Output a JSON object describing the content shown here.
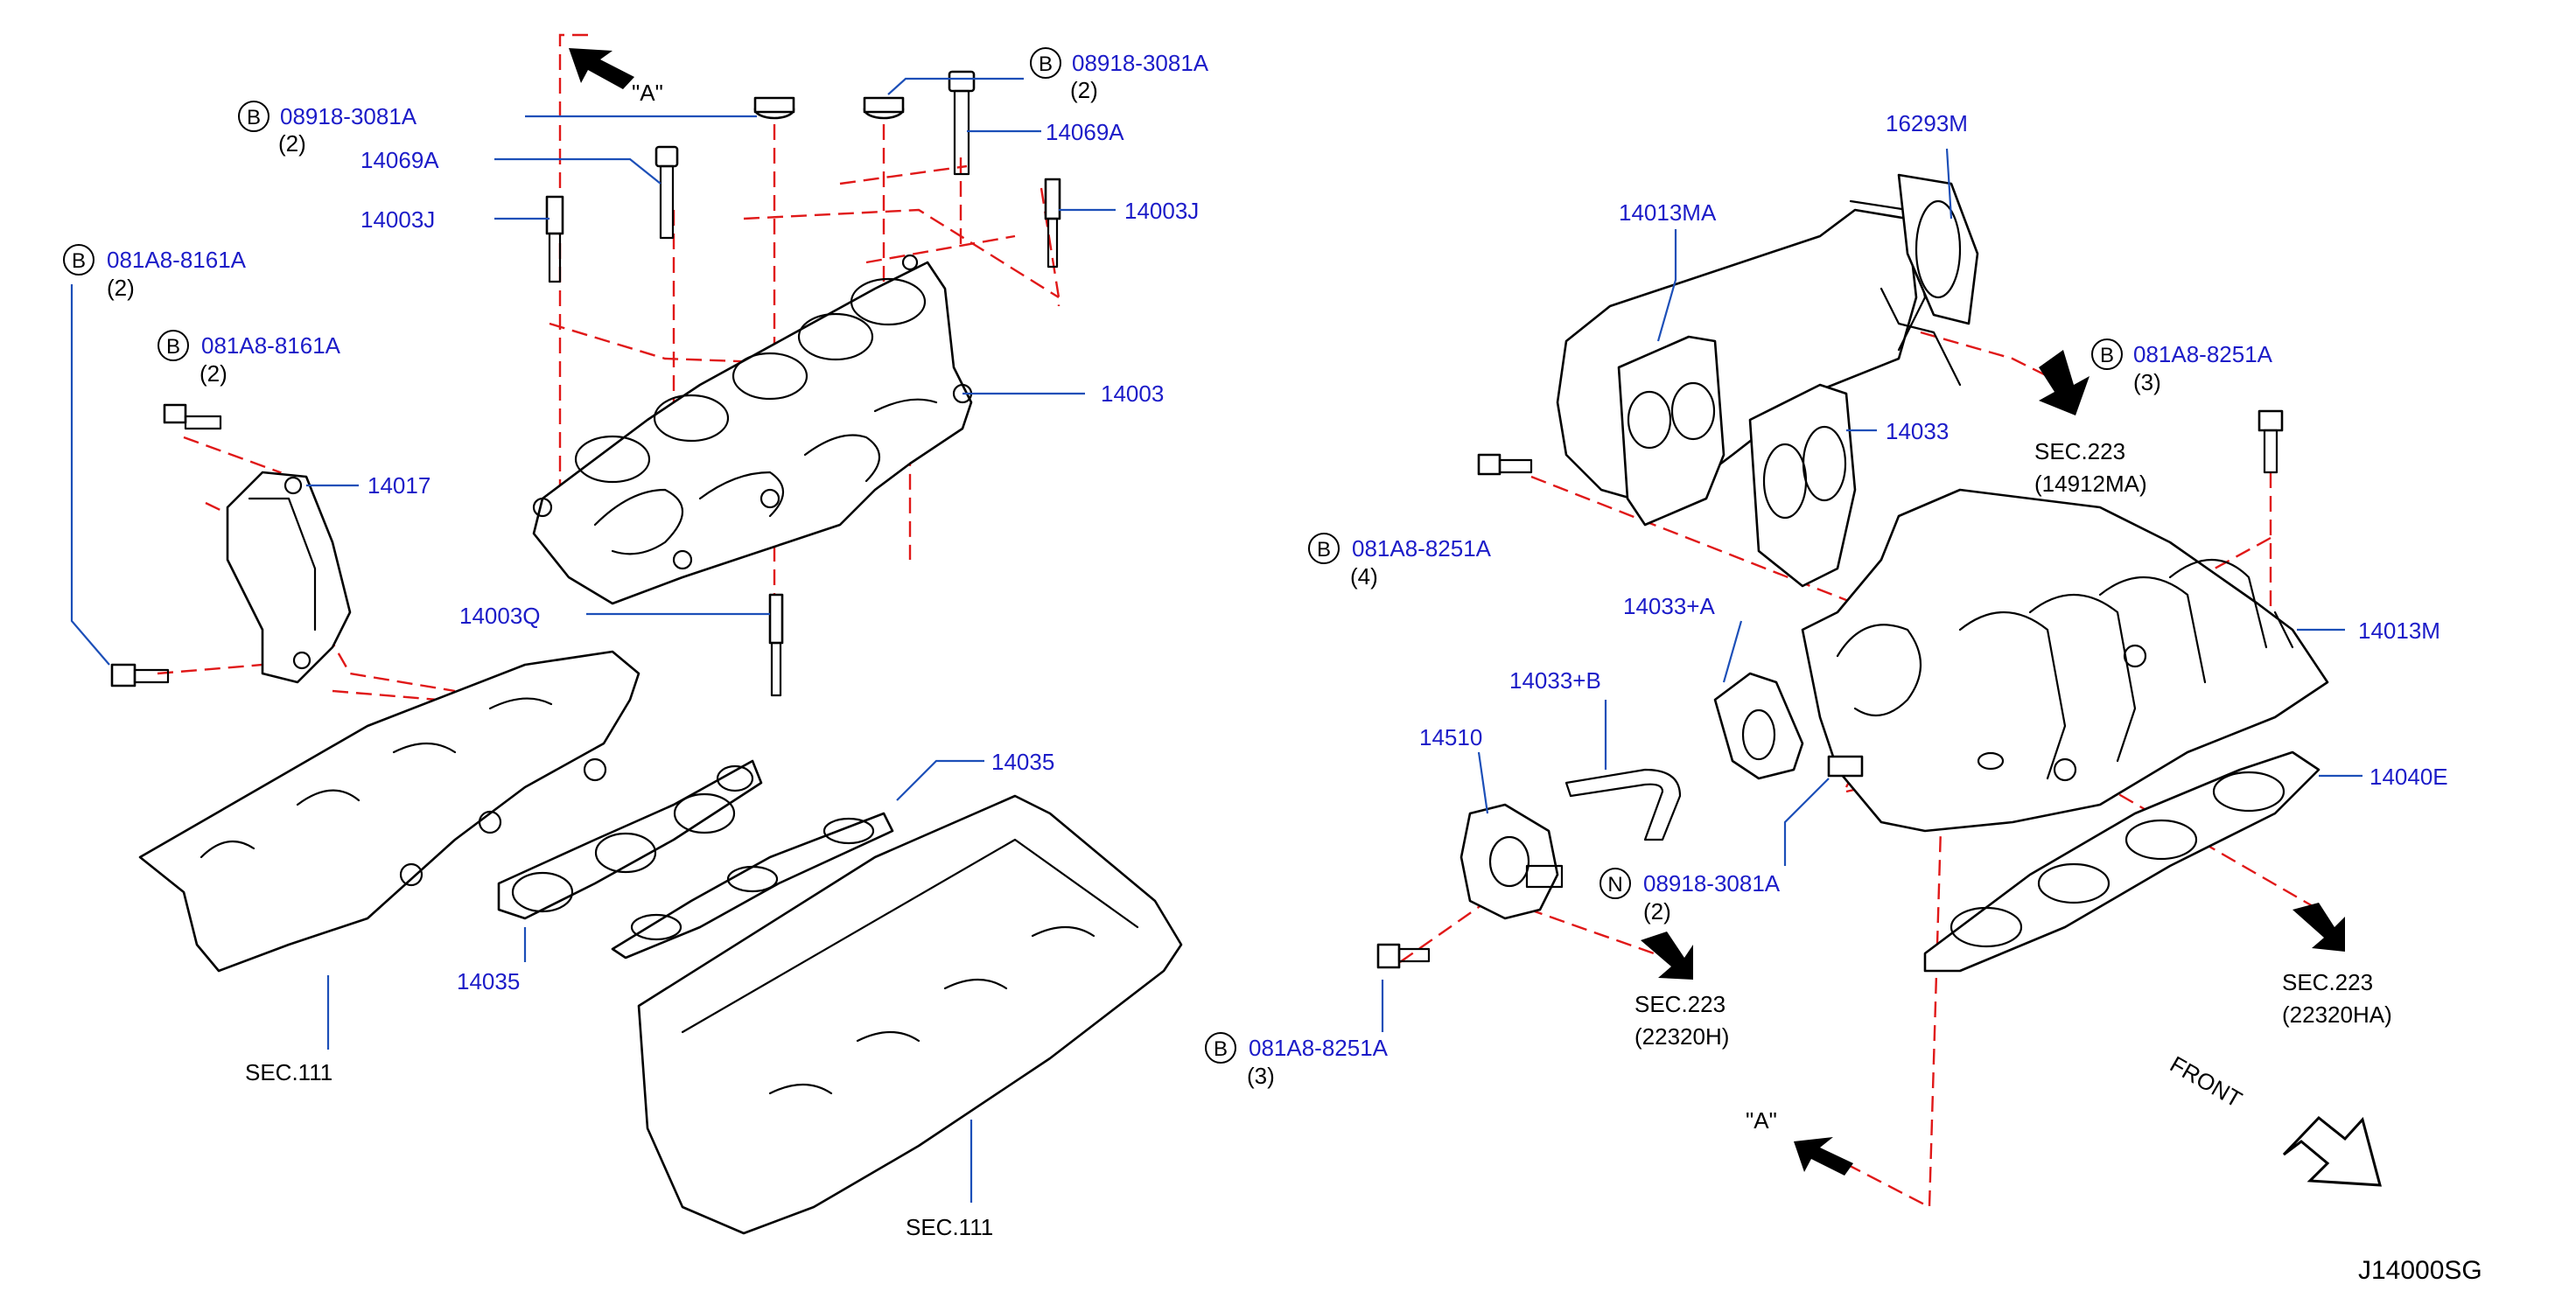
{
  "diagram_code": "J14000SG",
  "labels": {
    "p08918_top_left": "08918-3081A",
    "p08918_top_left_qty": "(2)",
    "p08918_top_right": "08918-3081A",
    "p08918_top_right_qty": "(2)",
    "p14069A_left": "14069A",
    "p14069A_right": "14069A",
    "p14003J_left": "14003J",
    "p14003J_right": "14003J",
    "p081A8_8161A_1": "081A8-8161A",
    "p081A8_8161A_1_qty": "(2)",
    "p081A8_8161A_2": "081A8-8161A",
    "p081A8_8161A_2_qty": "(2)",
    "p14003": "14003",
    "p14017": "14017",
    "p14003Q": "14003Q",
    "p14035_upper": "14035",
    "p14035_lower": "14035",
    "sec111_left": "SEC.111",
    "sec111_right": "SEC.111",
    "ref_A_top": "\"A\"",
    "ref_A_bottom": "\"A\"",
    "p16293M": "16293M",
    "p14013MA": "14013MA",
    "p081A8_8251A_top": "081A8-8251A",
    "p081A8_8251A_top_qty": "(3)",
    "sec223_14912MA_1": "SEC.223",
    "sec223_14912MA_2": "(14912MA)",
    "p14033": "14033",
    "p081A8_8251A_mid": "081A8-8251A",
    "p081A8_8251A_mid_qty": "(4)",
    "p14033_A": "14033+A",
    "p14013M": "14013M",
    "p14033_B": "14033+B",
    "p14510": "14510",
    "p14040E": "14040E",
    "p08918_N": "08918-3081A",
    "p08918_N_qty": "(2)",
    "sec223_22320H_1": "SEC.223",
    "sec223_22320H_2": "(22320H)",
    "sec223_22320HA_1": "SEC.223",
    "sec223_22320HA_2": "(22320HA)",
    "p081A8_8251A_bottom": "081A8-8251A",
    "p081A8_8251A_bottom_qty": "(3)",
    "front": "FRONT"
  },
  "symbols": {
    "bolt_symbol": "B",
    "nut_symbol": "N"
  }
}
